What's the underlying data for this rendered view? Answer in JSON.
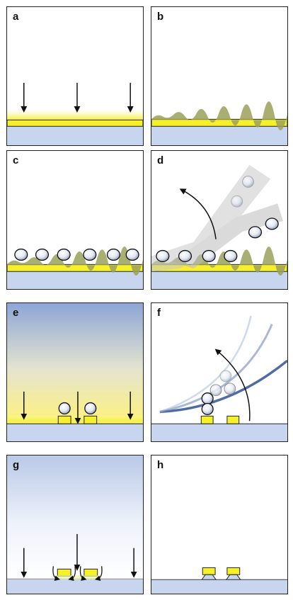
{
  "panels": [
    {
      "id": "a",
      "label": "a"
    },
    {
      "id": "b",
      "label": "b"
    },
    {
      "id": "c",
      "label": "c"
    },
    {
      "id": "d",
      "label": "d"
    },
    {
      "id": "e",
      "label": "e"
    },
    {
      "id": "f",
      "label": "f"
    },
    {
      "id": "g",
      "label": "g"
    },
    {
      "id": "h",
      "label": "h"
    }
  ],
  "colors": {
    "substrate": "#c7d6ee",
    "yellow_layer": "#f5f02a",
    "moss_layer": "#7f8a3a",
    "gradient_blue": "#8ea6d6",
    "gradient_yellow": "#fff6a3",
    "curve_blue": "#3d5c9a",
    "outline": "#111111"
  }
}
